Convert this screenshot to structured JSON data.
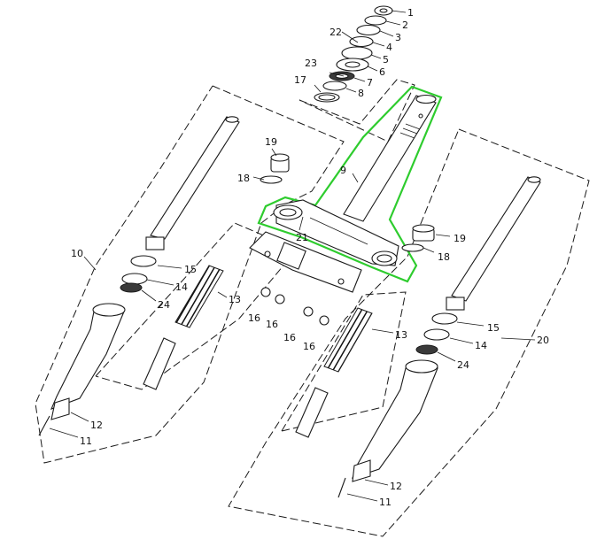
{
  "diagram": {
    "highlight_color": "#2ecc2e",
    "labels": {
      "p1": "1",
      "p2": "2",
      "p3": "3",
      "p4": "4",
      "p5": "5",
      "p6": "6",
      "p7": "7",
      "p8": "8",
      "p9": "9",
      "p10": "10",
      "p11_left": "11",
      "p11_right": "11",
      "p12_left": "12",
      "p12_right": "12",
      "p13_left": "13",
      "p13_right": "13",
      "p14_left": "14",
      "p14_right": "14",
      "p15_left": "15",
      "p15_right": "15",
      "p16_a": "16",
      "p16_b": "16",
      "p16_c": "16",
      "p16_d": "16",
      "p17": "17",
      "p18_left": "18",
      "p18_right": "18",
      "p19_left": "19",
      "p19_right": "19",
      "p20": "20",
      "p21": "21",
      "p22": "22",
      "p23": "23",
      "p24_left": "24",
      "p24_right": "24"
    }
  }
}
